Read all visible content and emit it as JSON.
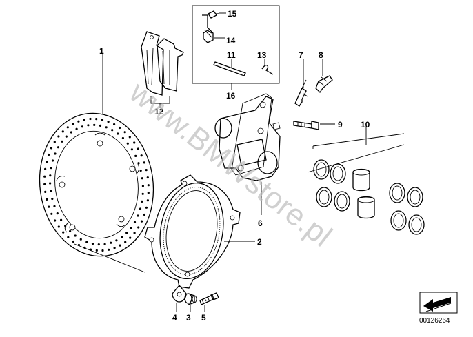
{
  "callouts": {
    "c1": "1",
    "c2": "2",
    "c3": "3",
    "c4": "4",
    "c5": "5",
    "c6": "6",
    "c7": "7",
    "c8": "8",
    "c9": "9",
    "c10": "10",
    "c11": "11",
    "c12": "12",
    "c13": "13",
    "c14": "14",
    "c15": "15",
    "c16": "16"
  },
  "watermark": "www.BMWstore.pl",
  "image_id": "00126264",
  "icons": {
    "nav": "next-page-arrow-icon"
  },
  "colors": {
    "line": "#000000",
    "watermark": "#b8b8b8",
    "background": "#ffffff"
  }
}
